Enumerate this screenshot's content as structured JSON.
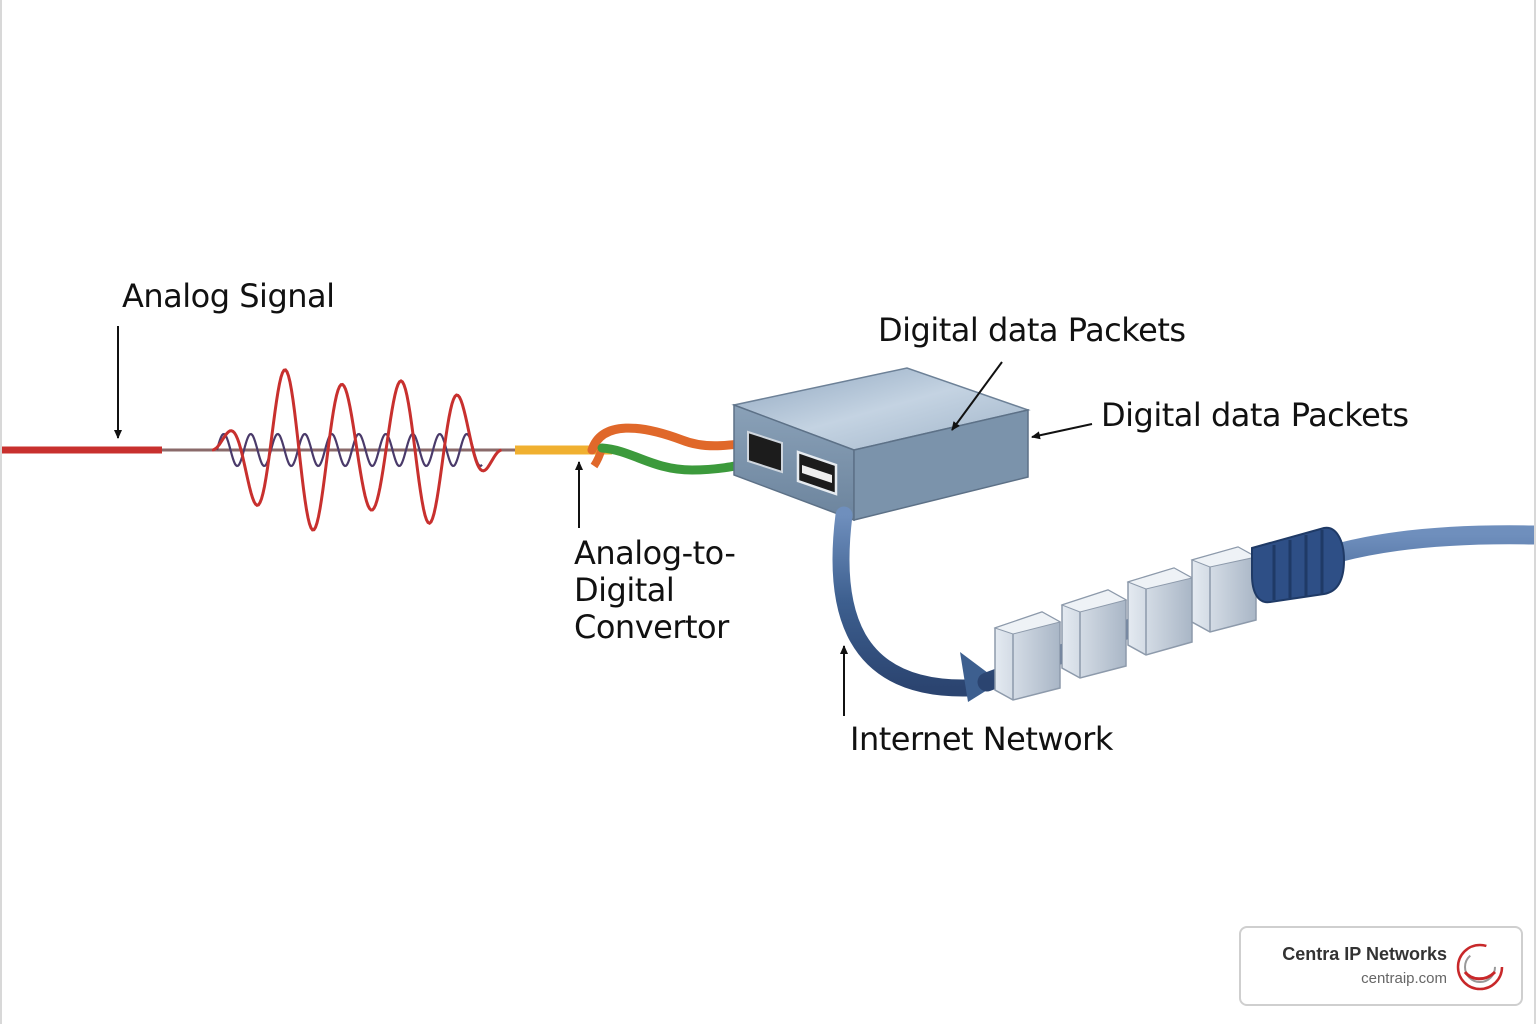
{
  "labels": {
    "analog_signal": "Analog Signal",
    "packets_top": "Digital data Packets",
    "packets_right": "Digital data Packets",
    "adc_line1": "Analog-to-Digital",
    "adc_line2": "Convertor",
    "internet": "Internet Network"
  },
  "badge": {
    "name": "Centra IP Networks",
    "url": "centraip.com"
  },
  "colors": {
    "analog_wave": "#c8302e",
    "digital_wave": "#4a3a6a",
    "orange_wire": "#e0682a",
    "green_wire": "#3c9a3c",
    "yellow_wire": "#f0b030",
    "box_top": "#a9bccd",
    "box_front": "#7f96ad",
    "cable": "#3d5f8f",
    "packet": "#c5cfdb",
    "connector": "#2e4f86",
    "logo_red": "#c8282a"
  }
}
